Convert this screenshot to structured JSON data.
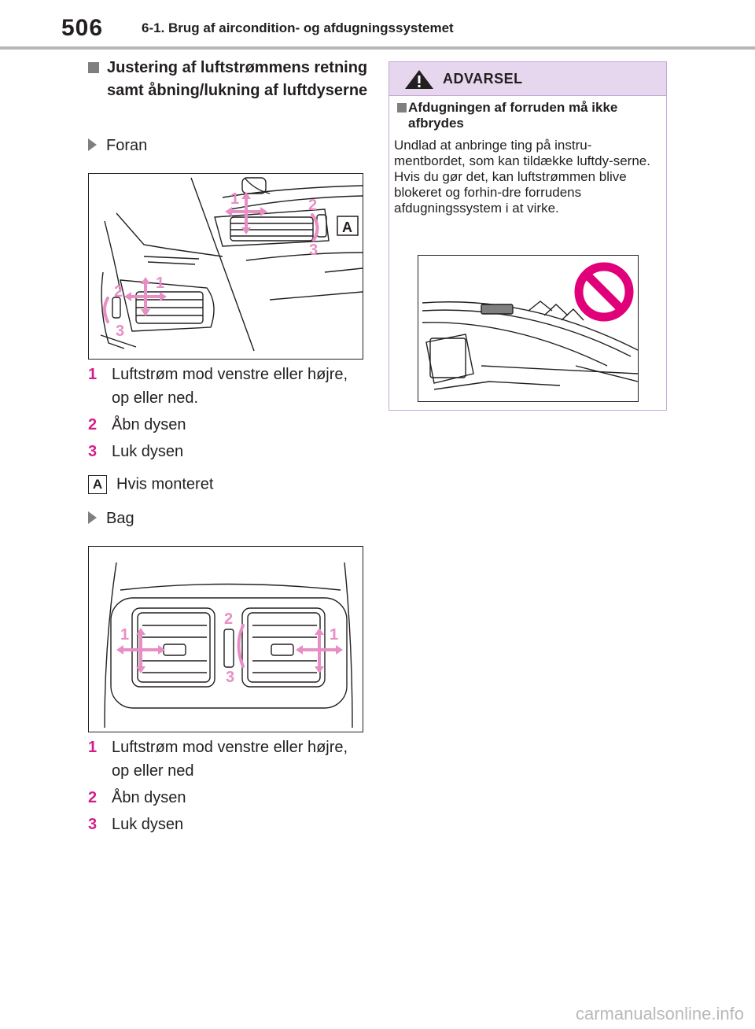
{
  "header": {
    "page_number": "506",
    "chapter_title": "6-1. Brug af aircondition- og afdugningssystemet"
  },
  "section": {
    "heading": "Justering af luftstrømmens retning samt åbning/lukning af luftdyserne"
  },
  "front": {
    "label": "Foran",
    "figure_labels": [
      "1",
      "2",
      "3",
      "1",
      "2",
      "3",
      "A"
    ],
    "steps": [
      {
        "num": "1",
        "text": "Luftstrøm mod venstre eller højre, op eller ned."
      },
      {
        "num": "2",
        "text": "Åbn dysen"
      },
      {
        "num": "3",
        "text": "Luk dysen"
      }
    ],
    "availability": {
      "marker": "A",
      "text": "Hvis monteret"
    }
  },
  "rear": {
    "label": "Bag",
    "figure_labels": [
      "1",
      "2",
      "3",
      "1"
    ],
    "steps": [
      {
        "num": "1",
        "text": "Luftstrøm mod venstre eller højre, op eller ned"
      },
      {
        "num": "2",
        "text": "Åbn dysen"
      },
      {
        "num": "3",
        "text": "Luk dysen"
      }
    ]
  },
  "warning": {
    "title": "ADVARSEL",
    "subheading": "Afdugningen af forruden må ikke afbrydes",
    "body": "Undlad at anbringe ting på instru-mentbordet, som kan tildække luftdy-serne. Hvis du gør det, kan luftstrømmen blive blokeret og forhin-dre forrudens afdugningssystem i at virke."
  },
  "watermark": "carmanualsonline.info",
  "colors": {
    "accent_magenta": "#d21f8c",
    "arrow_pink": "#e78fc4",
    "warning_border": "#c6a6d8",
    "warning_header": "#e6d7ee",
    "prohibit_red": "#e0007a",
    "bullet_gray": "#7f7f7f"
  }
}
